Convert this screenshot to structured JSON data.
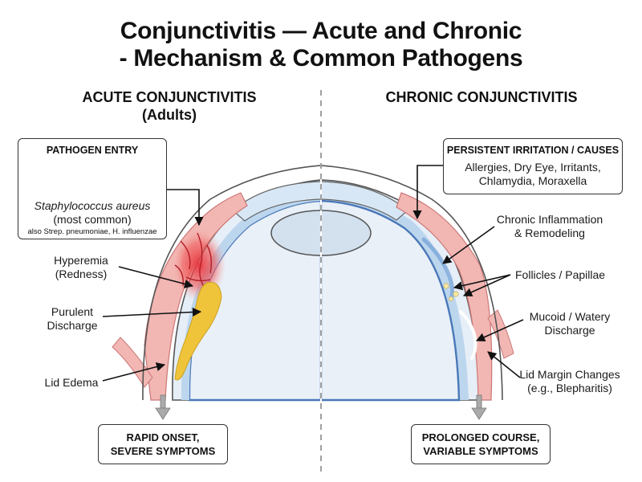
{
  "title": {
    "line1": "Conjunctivitis — Acute and Chronic",
    "line2": "- Mechanism & Common Pathogens"
  },
  "acute": {
    "heading_line1": "ACUTE CONJUNCTIVITIS",
    "heading_line2": "(Adults)",
    "pathogen_box": {
      "heading": "PATHOGEN ENTRY",
      "organism": "Staphylococcus aureus",
      "note": "(most common)",
      "also": "also Strep. pneumoniae, H. influenzae"
    },
    "labels": {
      "hyperemia_1": "Hyperemia",
      "hyperemia_2": "(Redness)",
      "discharge_1": "Purulent",
      "discharge_2": "Discharge",
      "edema": "Lid Edema"
    },
    "outcome_line1": "RAPID ONSET,",
    "outcome_line2": "SEVERE SYMPTOMS"
  },
  "chronic": {
    "heading": "CHRONIC CONJUNCTIVITIS",
    "causes_box": {
      "heading": "PERSISTENT IRRITATION / CAUSES",
      "line1": "Allergies, Dry Eye, Irritants,",
      "line2": "Chlamydia, Moraxella"
    },
    "labels": {
      "inflammation_1": "Chronic Inflammation",
      "inflammation_2": "& Remodeling",
      "follicles": "Follicles / Papillae",
      "discharge_1": "Mucoid / Watery",
      "discharge_2": "Discharge",
      "lid_1": "Lid Margin Changes",
      "lid_2": "(e.g., Blepharitis)"
    },
    "outcome_line1": "PROLONGED COURSE,",
    "outcome_line2": "VARIABLE SYMPTOMS"
  },
  "colors": {
    "inflamed_red": "#e8323a",
    "tissue_pink": "#f2b7b3",
    "purulent_yellow": "#f0c43a",
    "sclera_blue": "#bcd6ee",
    "vitreous": "#e9f0f8",
    "bacteria_gold": "#e2b62e",
    "follicle_yellow": "#f6e7a6"
  }
}
